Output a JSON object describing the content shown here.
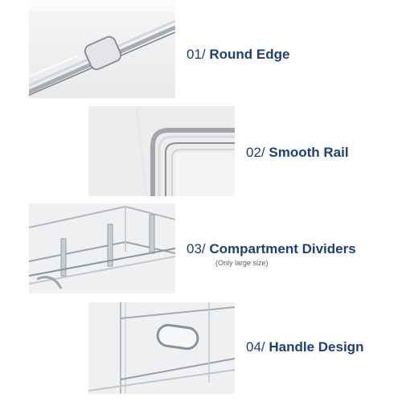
{
  "features": [
    {
      "number": "01/",
      "title": "Round Edge",
      "note": ""
    },
    {
      "number": "02/",
      "title": "Smooth Rail",
      "note": ""
    },
    {
      "number": "03/",
      "title": "Compartment Dividers",
      "note": "(Only large size)"
    },
    {
      "number": "04/",
      "title": "Handle Design",
      "note": ""
    }
  ],
  "colors": {
    "accent": "#1f3f7a",
    "note": "#555a60"
  }
}
